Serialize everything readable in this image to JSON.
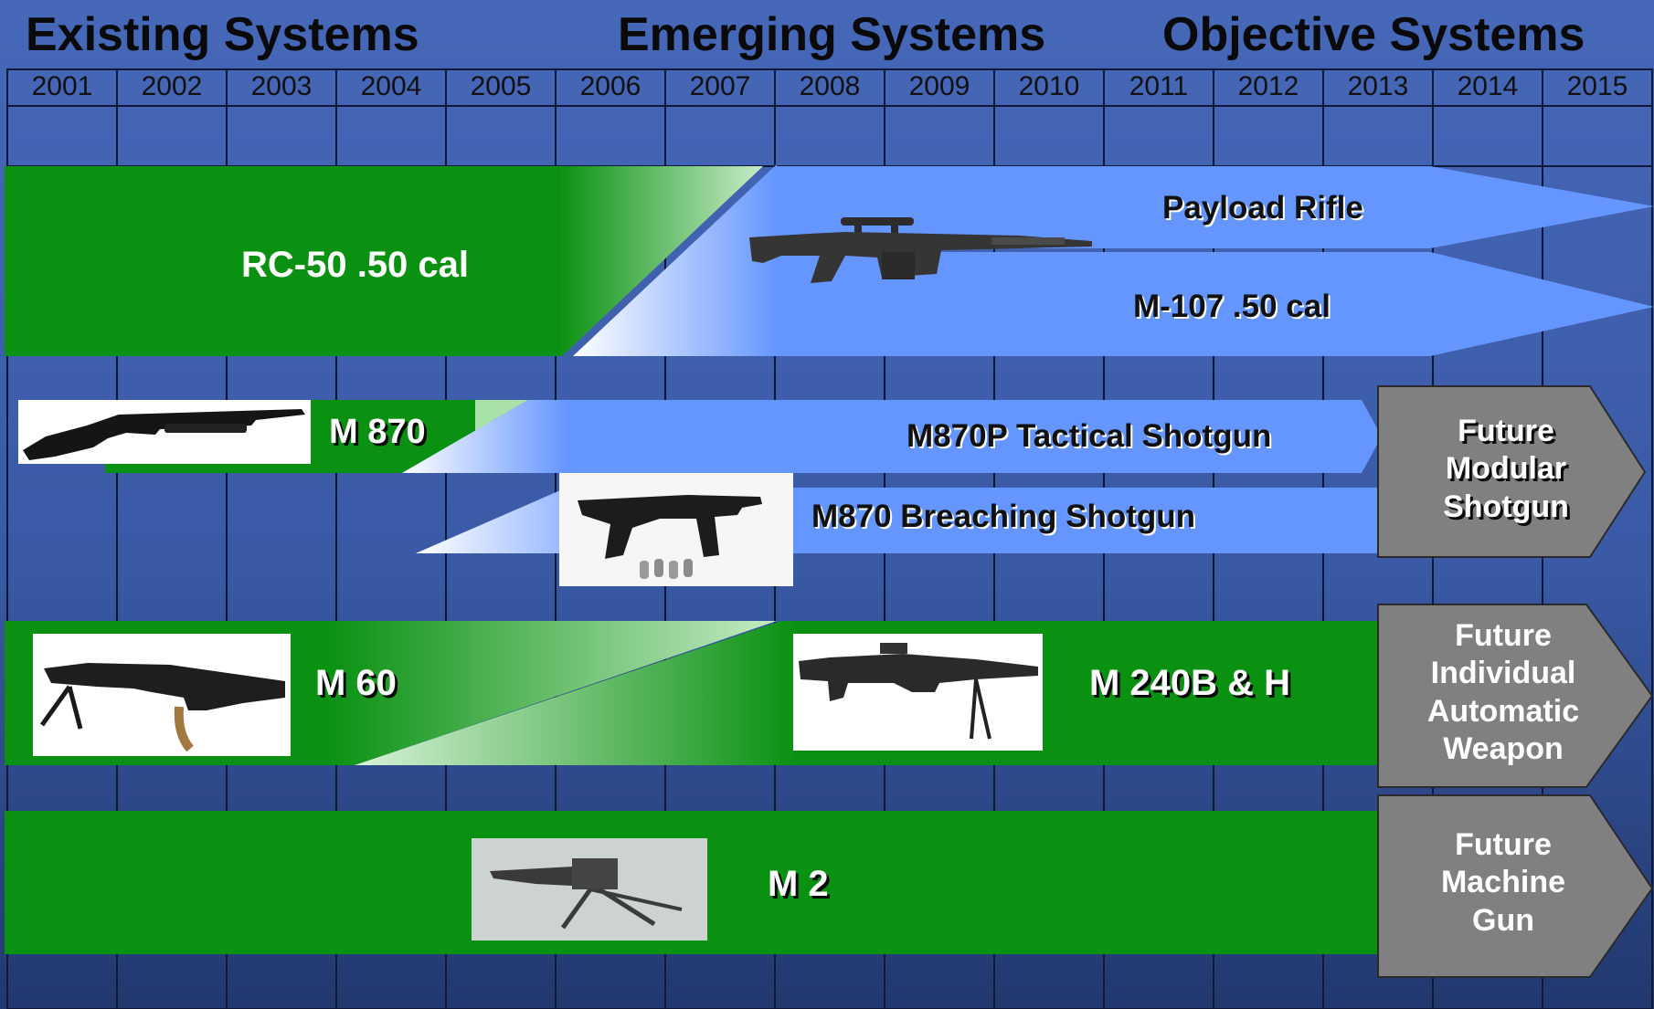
{
  "phases": {
    "existing": "Existing Systems",
    "emerging": "Emerging Systems",
    "objective": "Objective Systems"
  },
  "years": [
    "2001",
    "2002",
    "2003",
    "2004",
    "2005",
    "2006",
    "2007",
    "2008",
    "2009",
    "2010",
    "2011",
    "2012",
    "2013",
    "2014",
    "2015"
  ],
  "rows": {
    "rc50": "RC-50 .50 cal",
    "payload": "Payload Rifle",
    "m107": "M-107 .50 cal",
    "m870": "M 870",
    "m870p": "M870P Tactical Shotgun",
    "m870b": "M870 Breaching Shotgun",
    "m60": "M 60",
    "m240": "M 240B & H",
    "m2": "M 2"
  },
  "future": {
    "shotgun": [
      "Future",
      "Modular",
      "Shotgun"
    ],
    "iaw": [
      "Future",
      "Individual",
      "Automatic",
      "Weapon"
    ],
    "mg": [
      "Future",
      "Machine",
      "Gun"
    ]
  },
  "colors": {
    "background": "#3a5aa6",
    "existing_green": "#0a9112",
    "emerging_blue": "#6596ff",
    "future_gray": "#808080"
  },
  "icons": [
    "sniper-rifle-icon",
    "pump-shotgun-icon",
    "breaching-shotgun-icon",
    "machine-gun-icon",
    "heavy-machine-gun-icon"
  ]
}
